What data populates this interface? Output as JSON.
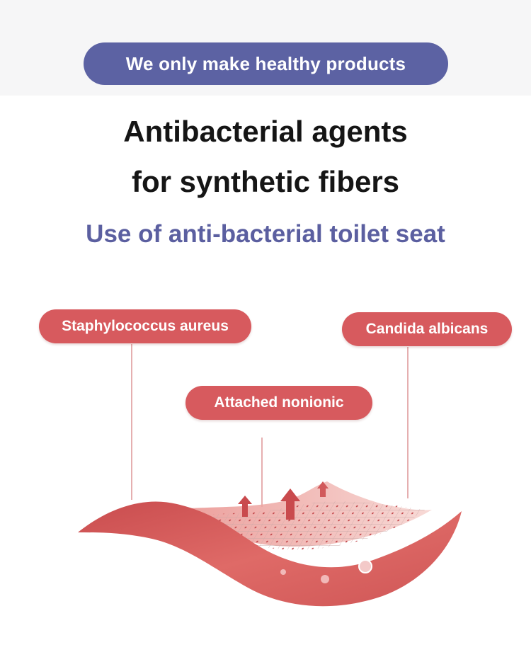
{
  "banner": {
    "label": "We only make healthy products"
  },
  "headline": {
    "line1": "Antibacterial agents",
    "line2": "for synthetic fibers"
  },
  "subtitle": "Use of anti-bacterial toilet seat",
  "callouts": [
    {
      "label": "Staphylococcus aureus"
    },
    {
      "label": "Candida albicans"
    },
    {
      "label": "Attached nonionic"
    }
  ],
  "colors": {
    "banner_bg": "#5c62a3",
    "subtitle": "#5b5fa0",
    "callout_bg": "#d75a5e",
    "fabric": "#d9605f"
  }
}
